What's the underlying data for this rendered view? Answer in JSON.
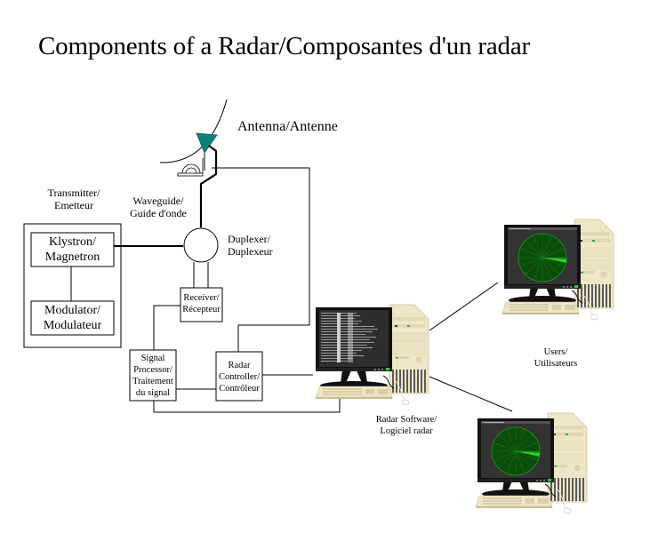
{
  "title": "Components of a Radar/Composantes d'un radar",
  "labels": {
    "antenna": "Antenna/Antenne",
    "waveguide": [
      "Waveguide/",
      "Guide d'onde"
    ],
    "transmitter": [
      "Transmitter/",
      "Emetteur"
    ],
    "klystron": [
      "Klystron/",
      "Magnetron"
    ],
    "modulator": [
      "Modulator/",
      "Modulateur"
    ],
    "duplexer": [
      "Duplexer/",
      "Duplexeur"
    ],
    "receiver": [
      "Receiver/",
      "Récepteur"
    ],
    "signal_processor": [
      "Signal",
      "Processor/",
      "Traitement",
      "du signal"
    ],
    "radar_controller": [
      "Radar",
      "Controller/",
      "Contrôleur"
    ],
    "radar_software": [
      "Radar Software/",
      "Logiciel radar"
    ],
    "users": [
      "Users/",
      "Utilisateurs"
    ]
  },
  "colors": {
    "antenna_feed": "#0f7f7a",
    "line": "#000000",
    "pc_case": "#efe6c8",
    "monitor_frame": "#111111",
    "radar_green": "#0a5a0a",
    "radar_sweep": "#39e639",
    "terminal_bg": "#2e2e2e"
  },
  "nodes": [
    {
      "id": "antenna",
      "label": "Antenna/Antenne"
    },
    {
      "id": "waveguide",
      "label": "Waveguide/Guide d'onde"
    },
    {
      "id": "transmitter",
      "label": "Transmitter/Emetteur",
      "children": [
        "klystron",
        "modulator"
      ]
    },
    {
      "id": "klystron",
      "label": "Klystron/Magnetron"
    },
    {
      "id": "modulator",
      "label": "Modulator/Modulateur"
    },
    {
      "id": "duplexer",
      "label": "Duplexer/Duplexeur"
    },
    {
      "id": "receiver",
      "label": "Receiver/Récepteur"
    },
    {
      "id": "signal_processor",
      "label": "Signal Processor/Traitement du signal"
    },
    {
      "id": "radar_controller",
      "label": "Radar Controller/Contrôleur"
    },
    {
      "id": "radar_software",
      "label": "Radar Software/Logiciel radar"
    },
    {
      "id": "user_1",
      "label": "Users/Utilisateurs"
    },
    {
      "id": "user_2",
      "label": "Users/Utilisateurs"
    }
  ],
  "edges": [
    {
      "from": "klystron",
      "to": "modulator"
    },
    {
      "from": "klystron",
      "to": "duplexer"
    },
    {
      "from": "duplexer",
      "to": "antenna",
      "via": "waveguide"
    },
    {
      "from": "duplexer",
      "to": "receiver"
    },
    {
      "from": "receiver",
      "to": "signal_processor"
    },
    {
      "from": "signal_processor",
      "to": "radar_controller"
    },
    {
      "from": "signal_processor",
      "to": "radar_software"
    },
    {
      "from": "radar_controller",
      "to": "antenna"
    },
    {
      "from": "radar_controller",
      "to": "radar_software"
    },
    {
      "from": "radar_software",
      "to": "user_1"
    },
    {
      "from": "radar_software",
      "to": "user_2"
    }
  ]
}
